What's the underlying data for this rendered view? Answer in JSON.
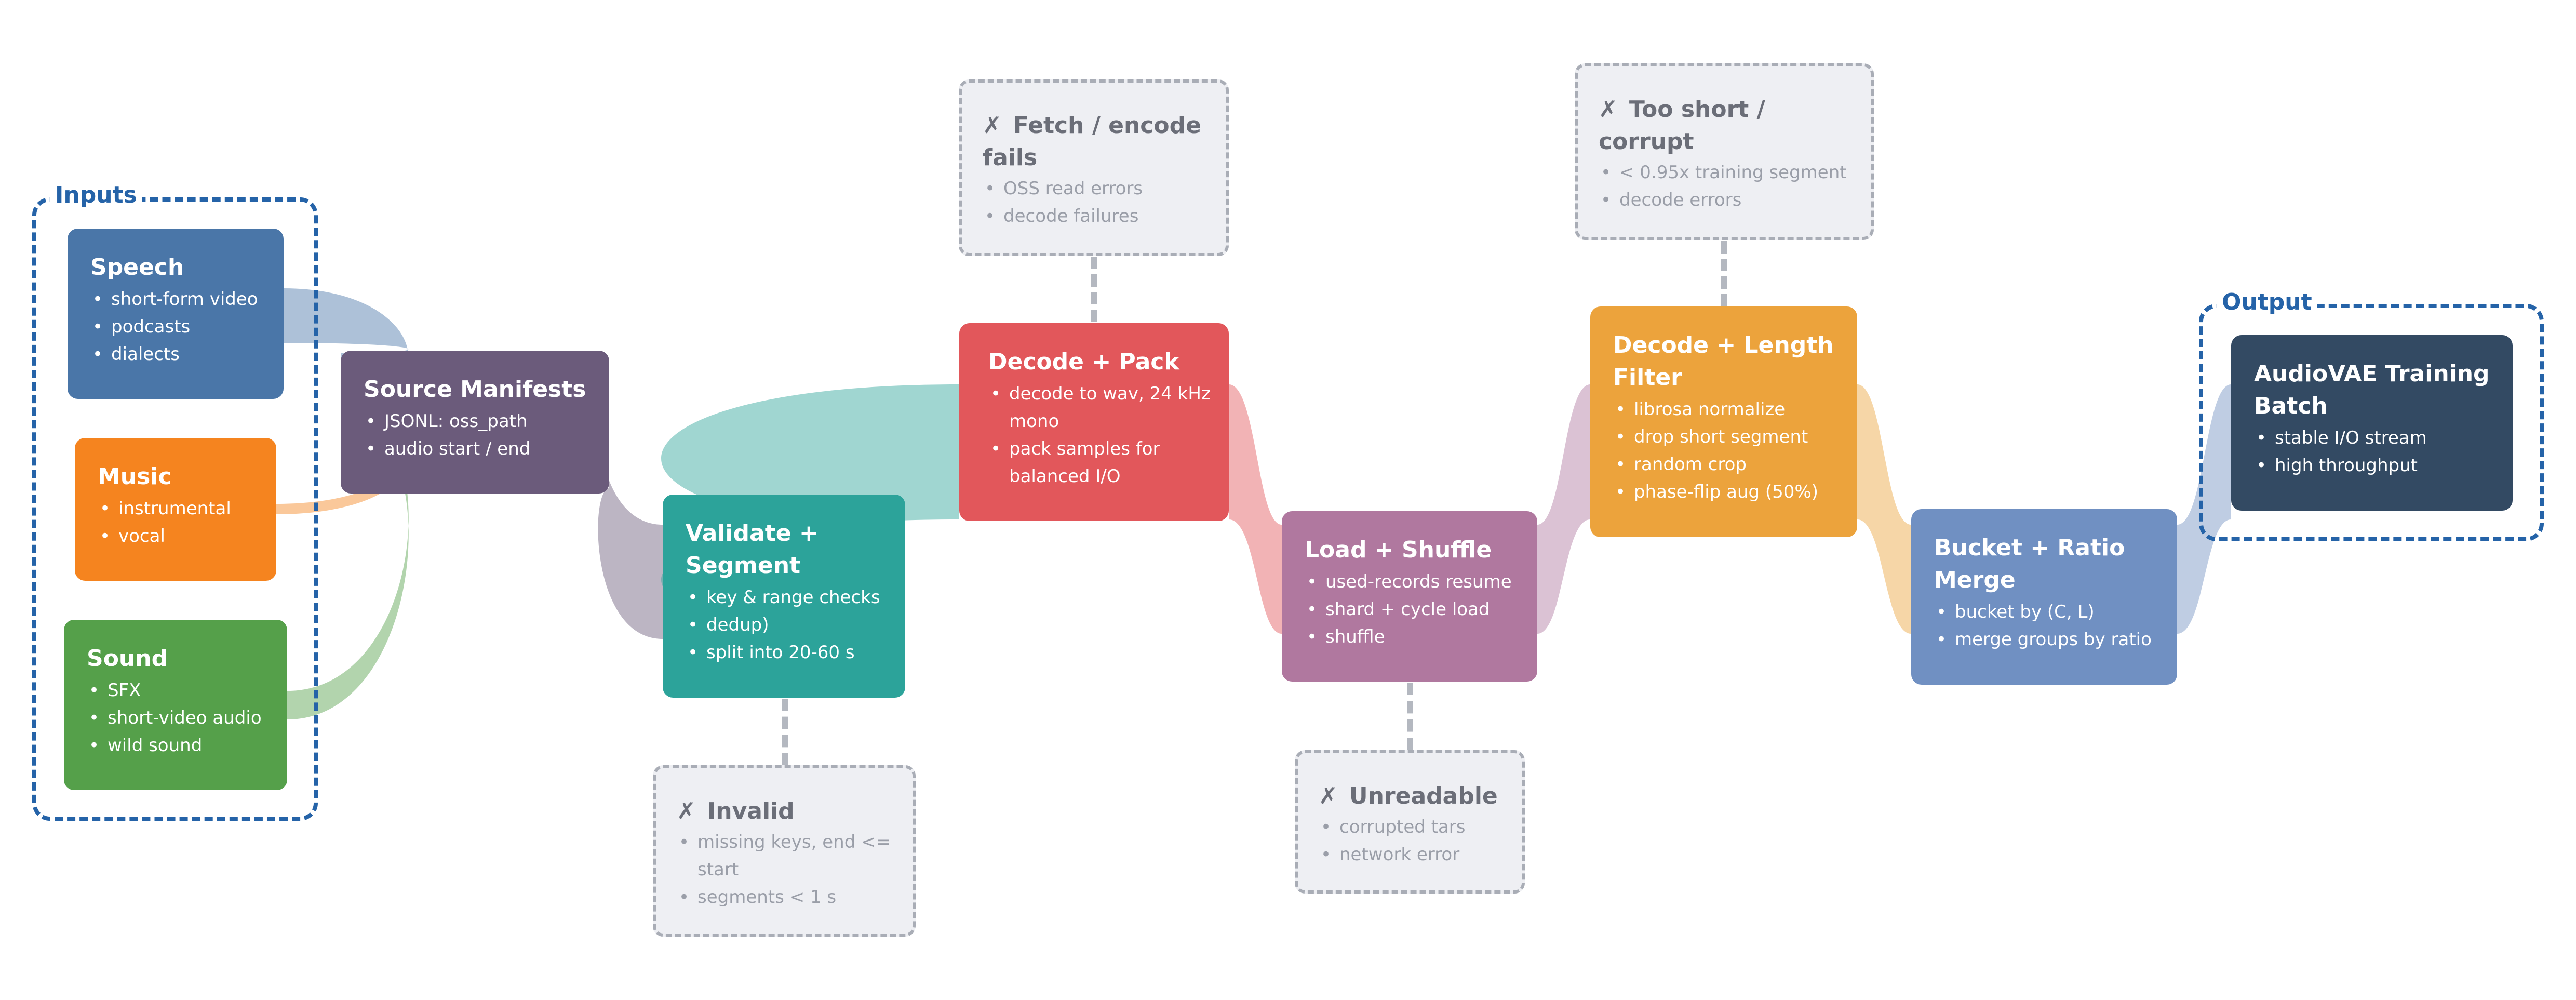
{
  "colors": {
    "speech": "#4a76a8",
    "music": "#f5841f",
    "sound": "#55a04a",
    "source": "#6b5b7b",
    "validate": "#2ca39a",
    "decode_pack": "#e2575b",
    "load": "#b0789f",
    "length_filter": "#eca33c",
    "bucket": "#7090c2",
    "output": "#334a63",
    "group_border": "#2563a8",
    "fail_bg": "#eeeff3",
    "fail_border": "#a9adb6"
  },
  "groups": {
    "inputs_label": "Inputs",
    "output_label": "Output"
  },
  "nodes": {
    "speech": {
      "title": "Speech",
      "items": [
        "short-form video",
        "podcasts",
        "dialects"
      ]
    },
    "music": {
      "title": "Music",
      "items": [
        "instrumental",
        "vocal"
      ]
    },
    "sound": {
      "title": "Sound",
      "items": [
        "SFX",
        "short-video audio",
        "wild sound"
      ]
    },
    "source": {
      "title": "Source Manifests",
      "items": [
        "JSONL: oss_path",
        "audio start / end"
      ]
    },
    "validate": {
      "title": "Validate + Segment",
      "items": [
        "key & range checks",
        "dedup)",
        "split into 20-60 s"
      ]
    },
    "decode_pack": {
      "title": "Decode + Pack",
      "items": [
        "decode to wav, 24 kHz mono",
        "pack samples for balanced I/O"
      ]
    },
    "load": {
      "title": "Load + Shuffle",
      "items": [
        "used-records resume",
        "shard + cycle load",
        "shuffle"
      ]
    },
    "length_filter": {
      "title": "Decode + Length Filter",
      "items": [
        "librosa normalize",
        "drop short segment",
        "random crop",
        "phase-flip aug (50%)"
      ]
    },
    "bucket": {
      "title": "Bucket + Ratio Merge",
      "items": [
        "bucket by (C, L)",
        "merge groups by ratio"
      ]
    },
    "output": {
      "title": "AudioVAE Training Batch",
      "items": [
        "stable I/O stream",
        "high throughput"
      ]
    }
  },
  "failures": {
    "invalid": {
      "mark": "✗",
      "title": "Invalid",
      "items": [
        "missing keys, end <= start",
        "segments < 1 s"
      ]
    },
    "fetch": {
      "mark": "✗",
      "title": "Fetch / encode fails",
      "items": [
        "OSS read errors",
        "decode failures"
      ]
    },
    "unreadable": {
      "mark": "✗",
      "title": "Unreadable",
      "items": [
        "corrupted tars",
        "network error"
      ]
    },
    "too_short": {
      "mark": "✗",
      "title": "Too short / corrupt",
      "items": [
        "< 0.95x training segment",
        "decode errors"
      ]
    }
  }
}
